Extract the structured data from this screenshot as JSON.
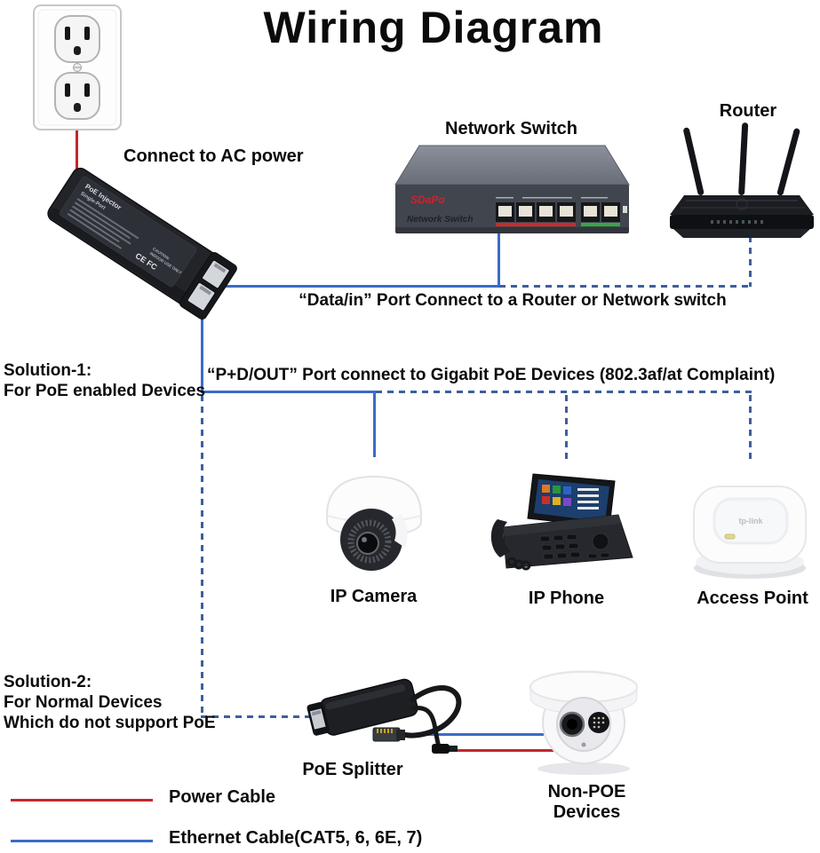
{
  "title": "Wiring Diagram",
  "colors": {
    "power": "#c1272d",
    "ethernet_solid": "#3a6cc7",
    "ethernet_dashed": "#3d5f9e"
  },
  "annotations": {
    "connect_ac": "Connect to AC power",
    "data_in": "“Data/in” Port Connect to a Router or Network switch",
    "pd_out": "“P+D/OUT” Port connect to Gigabit PoE Devices (802.3af/at Complaint)",
    "solution1": [
      "Solution-1:",
      "For PoE enabled Devices"
    ],
    "solution2": [
      "Solution-2:",
      "For Normal Devices",
      "Which do not support PoE"
    ]
  },
  "devices": {
    "injector": {
      "brand1": "PoE Injector",
      "brand2": "Single-Port",
      "cert": "CE FC",
      "caution1": "CAUTION:",
      "caution2": "INDOOR USE ONLY"
    },
    "switch": {
      "label": "Network Switch",
      "brand": "SDaPo",
      "panel_text": "Network Switch"
    },
    "router": {
      "label": "Router"
    },
    "ip_camera": {
      "label": "IP Camera"
    },
    "ip_phone": {
      "label": "IP Phone"
    },
    "access_point": {
      "label": "Access Point",
      "logo": "tp-link"
    },
    "poe_splitter": {
      "label": "PoE Splitter"
    },
    "non_poe": {
      "label": "Non-POE Devices"
    }
  },
  "legend": {
    "power": {
      "label": "Power Cable"
    },
    "ethernet": {
      "label": "Ethernet Cable(CAT5, 6, 6E, 7)"
    }
  }
}
